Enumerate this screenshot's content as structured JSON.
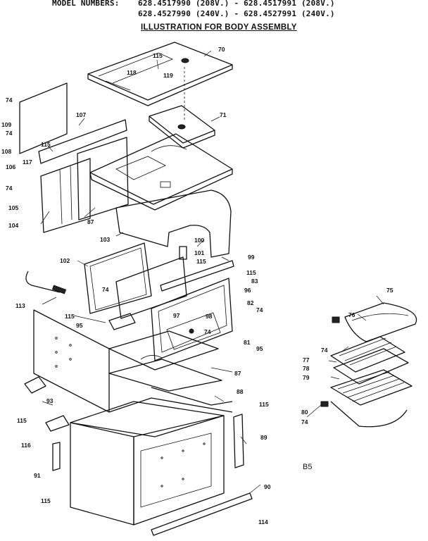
{
  "header": {
    "model_label": "MODEL NUMBERS:",
    "line1": "628.4517990 (208V.) - 628.4517991 (208V.)",
    "line2": "628.4527990 (240V.) - 628.4527991 (240V.)",
    "title": "ILLUSTRATION FOR BODY ASSEMBLY"
  },
  "section_mark": "B5",
  "part_numbers": {
    "p70": "70",
    "p115a": "115",
    "p118": "118",
    "p119": "119",
    "p71": "71",
    "p74a": "74",
    "p109": "109",
    "p74b": "74",
    "p108": "108",
    "p107": "107",
    "p115b": "115",
    "p117": "117",
    "p106": "106",
    "p74c": "74",
    "p105": "105",
    "p104": "104",
    "p87a": "87",
    "p103": "103",
    "p100": "100",
    "p101": "101",
    "p115c": "115",
    "p99": "99",
    "p115d": "115",
    "p102": "102",
    "p83": "83",
    "p96": "96",
    "p74d": "74",
    "p113": "113",
    "p115e": "115",
    "p95a": "95",
    "p97": "97",
    "p98": "98",
    "p74e": "74",
    "p82": "82",
    "p74f": "74",
    "p81": "81",
    "p95b": "95",
    "p87b": "87",
    "p93": "93",
    "p88": "88",
    "p115f": "115",
    "p115g": "115",
    "p89": "89",
    "p116": "116",
    "p91": "91",
    "p115h": "115",
    "p90": "90",
    "p114": "114",
    "p75": "75",
    "p76": "76",
    "p74g": "74",
    "p77": "77",
    "p78": "78",
    "p79": "79",
    "p80": "80",
    "p74h": "74"
  }
}
